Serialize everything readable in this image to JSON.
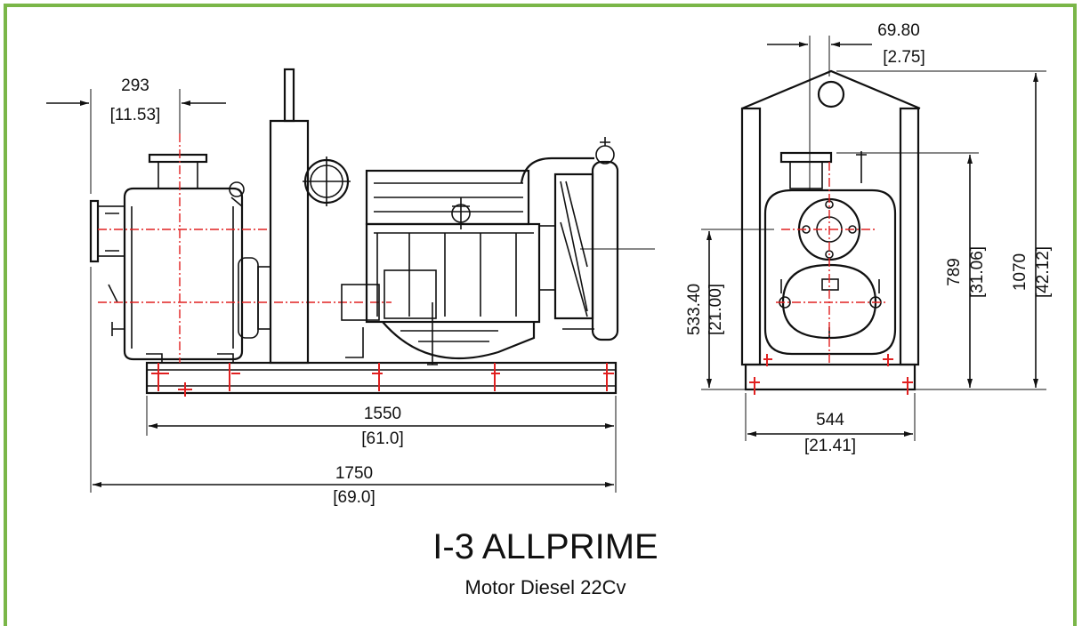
{
  "title": "I-3 ALLPRIME",
  "subtitle": "Motor Diesel 22Cv",
  "colors": {
    "frame": "#7ab648",
    "centerline": "#e02020",
    "ink": "#111111"
  },
  "side_view": {
    "dim_suction_offset": {
      "mm": "293",
      "in": "[11.53]"
    },
    "dim_base_length": {
      "mm": "1550",
      "in": "[61.0]"
    },
    "dim_overall_length": {
      "mm": "1750",
      "in": "[69.0]"
    }
  },
  "front_view": {
    "dim_discharge_offset": {
      "mm": "69.80",
      "in": "[2.75]"
    },
    "dim_suction_height": {
      "mm": "533.40",
      "in": "[21.00]"
    },
    "dim_discharge_height": {
      "mm": "789",
      "in": "[31.06]"
    },
    "dim_overall_height": {
      "mm": "1070",
      "in": "[42.12]"
    },
    "dim_base_width": {
      "mm": "544",
      "in": "[21.41]"
    }
  }
}
